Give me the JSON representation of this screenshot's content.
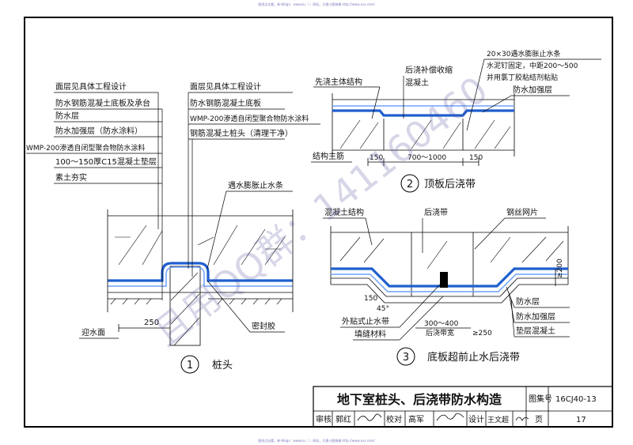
{
  "header_text": "图纸点击看，新书blgs：www.ku（ ）网站，大建小图筑端 http://www.xxx.com/",
  "footer_text": "图纸点击看，新书blgs：www.ku（ ）网站，大建小图筑端 http://www.xxx.com/",
  "watermark": "且用QQ群：141160460",
  "detail1": {
    "number": "1",
    "title": "桩头",
    "layers_left": [
      "面层见具体工程设计",
      "防水钢筋混凝土底板及承台",
      "防水层",
      "防水加强层（防水涂料）",
      "WMP-200渗透自闭型聚合物防水涂料",
      "100～150厚C15混凝土垫层",
      "素土夯实"
    ],
    "layers_right": [
      "面层见具体工程设计",
      "防水钢筋混凝土底板",
      "WMP-200渗透自闭型聚合物防水涂料",
      "钢筋混凝土桩头（清理干净）"
    ],
    "waterstop": "遇水膨胀止水条",
    "water_face": "迎水面",
    "dim_250": "250",
    "sealant": "密封胶"
  },
  "detail2": {
    "number": "2",
    "title": "顶板后浇带",
    "first_pour": "先浇主体结构",
    "post_pour_line1": "后浇补偿收缩",
    "post_pour_line2": "混凝土",
    "note_lines": [
      "20×30遇水膨胀止水条",
      "水泥钉固定，中距200～500",
      "并用氯丁胶粘结剂粘贴"
    ],
    "reinforce": "防水加强层",
    "main_rebar": "结构主筋",
    "dims": [
      "150",
      "700～1000",
      "150"
    ]
  },
  "detail3": {
    "number": "3",
    "title": "底板超前止水后浇带",
    "concrete": "混凝土结构",
    "post_band": "后浇带",
    "mesh": "钢丝网片",
    "dim_150": "150",
    "dim_45": "45°",
    "dim_200": "≥200",
    "ext_waterstop": "外贴式止水带",
    "filler": "填缝材料",
    "dim_300_400": "300～400",
    "band_width": "后浇带宽",
    "dim_250": "≥250",
    "layer_waterproof": "防水层",
    "layer_reinforce": "防水加强层",
    "layer_cushion": "垫层混凝土"
  },
  "title_block": {
    "title": "地下室桩头、后浇带防水构造",
    "atlas_label": "图集号",
    "atlas_no": "16CJ40-13",
    "review_label": "审核",
    "reviewer": "郭红",
    "check_label": "校对",
    "checker": "高军",
    "design_label": "设计",
    "designer": "王文超",
    "page_label": "页",
    "page_no": "17"
  }
}
